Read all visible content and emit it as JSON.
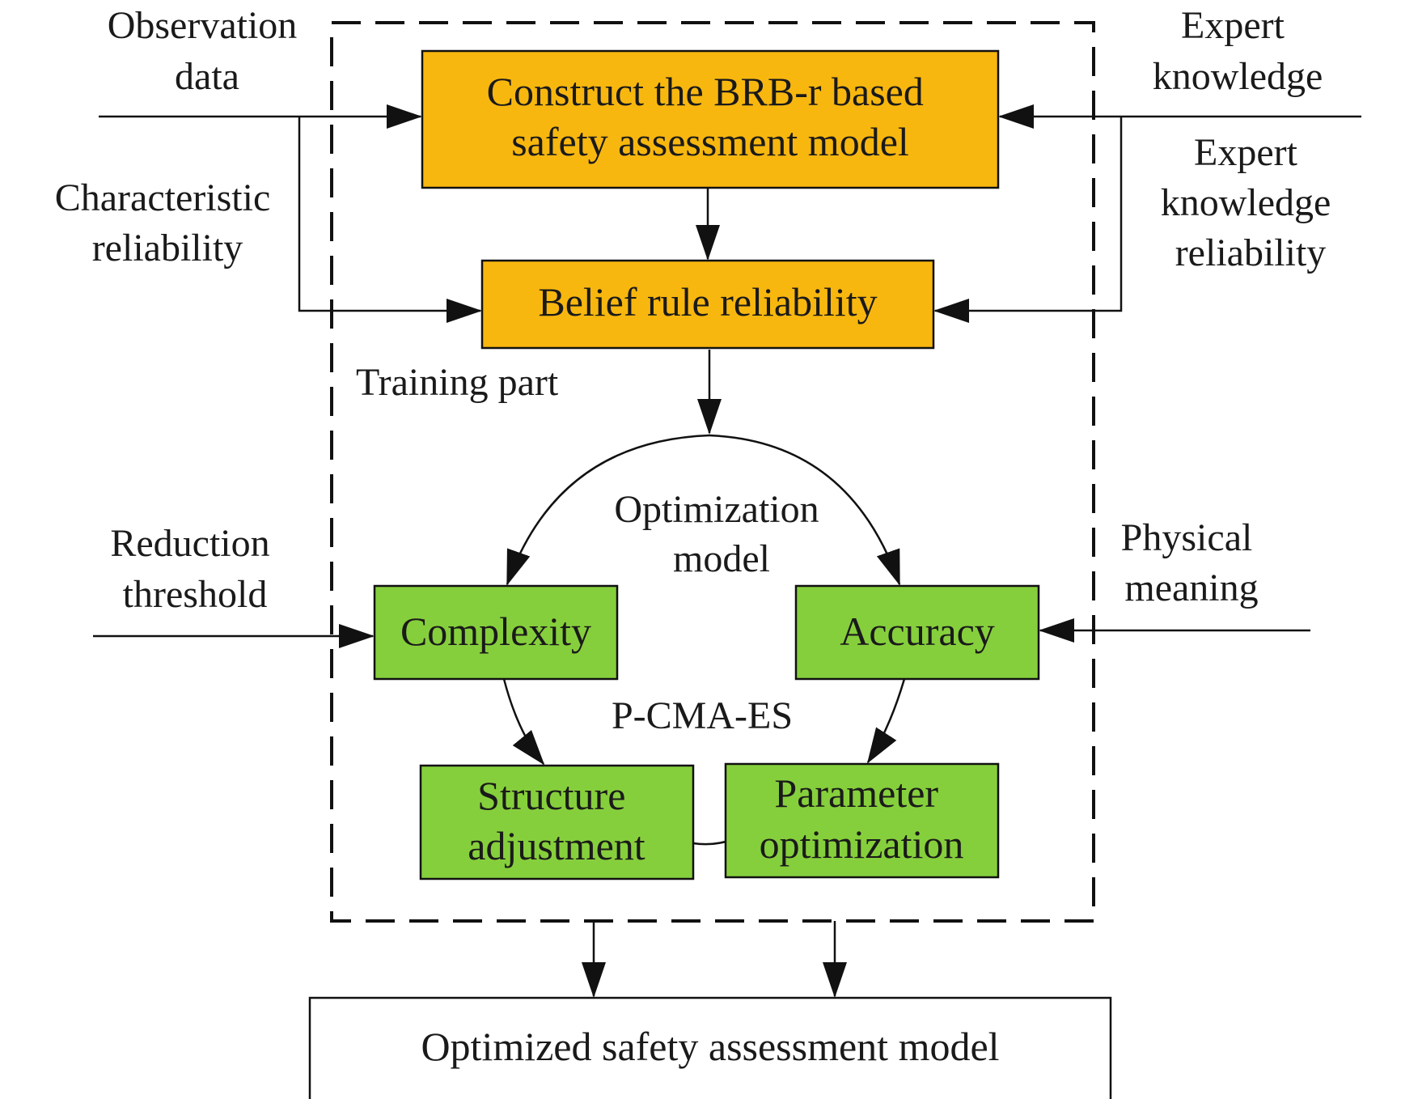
{
  "boxes": {
    "construct_model": {
      "lines": [
        "Construct the BRB-r based",
        "safety assessment model"
      ],
      "color": "#F8B70F"
    },
    "belief_rule_reliability": {
      "lines": [
        "Belief rule reliability"
      ],
      "color": "#F8B70F"
    },
    "complexity": {
      "lines": [
        "Complexity"
      ],
      "color": "#86CF3C"
    },
    "accuracy": {
      "lines": [
        "Accuracy"
      ],
      "color": "#86CF3C"
    },
    "structure_adjustment": {
      "lines": [
        "Structure",
        "adjustment"
      ],
      "color": "#86CF3C"
    },
    "parameter_optimization": {
      "lines": [
        "Parameter",
        "optimization"
      ],
      "color": "#86CF3C"
    },
    "optimized_model": {
      "lines": [
        "Optimized safety assessment model"
      ],
      "color": "#FFFFFF"
    }
  },
  "labels": {
    "observation_data": [
      "Observation",
      "data"
    ],
    "characteristic_reliability": [
      "Characteristic",
      "reliability"
    ],
    "expert_knowledge": [
      "Expert",
      "knowledge"
    ],
    "expert_knowledge_reliability": [
      "Expert",
      "knowledge",
      "reliability"
    ],
    "training_part": [
      "Training part"
    ],
    "optimization_model": [
      "Optimization",
      "model"
    ],
    "reduction_threshold": [
      "Reduction",
      "threshold"
    ],
    "physical_meaning": [
      "Physical",
      "meaning"
    ],
    "p_cma_es": [
      "P-CMA-ES"
    ]
  }
}
